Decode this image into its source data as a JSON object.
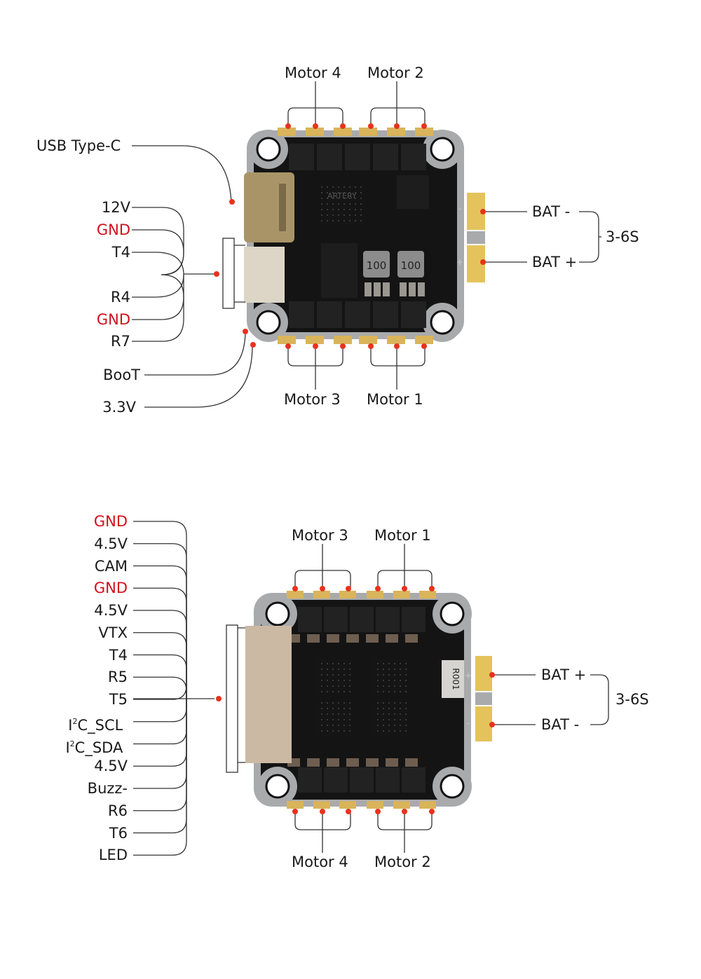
{
  "colors": {
    "gnd_text": "#d0101a",
    "dot": "#e8321e",
    "pcb_black": "#141414",
    "pcb_border": "#a9aaab",
    "gold_pad": "#d9b45a",
    "leader_line": "#333333"
  },
  "top_board": {
    "motors_top": [
      "Motor 4",
      "Motor 2"
    ],
    "motors_bottom": [
      "Motor 3",
      "Motor 1"
    ],
    "usb": "USB Type-C",
    "connector_pins": [
      {
        "label": "12V",
        "type": "normal"
      },
      {
        "label": "GND",
        "type": "gnd"
      },
      {
        "label": "T4",
        "type": "normal"
      },
      {
        "label": "R4",
        "type": "normal"
      },
      {
        "label": "GND",
        "type": "gnd"
      },
      {
        "label": "R7",
        "type": "normal"
      }
    ],
    "boot": "BooT",
    "v33": "3.3V",
    "bat_top": "BAT -",
    "bat_bottom": "BAT +",
    "voltage": "3-6S",
    "inductor_labels": [
      "100",
      "100"
    ],
    "chip_label": "ARTERY",
    "pad_marks": [
      "-",
      "+"
    ]
  },
  "bottom_board": {
    "motors_top": [
      "Motor 3",
      "Motor 1"
    ],
    "motors_bottom": [
      "Motor 4",
      "Motor 2"
    ],
    "connector_pins": [
      {
        "label": "GND",
        "type": "gnd"
      },
      {
        "label": "4.5V",
        "type": "normal"
      },
      {
        "label": "CAM",
        "type": "normal"
      },
      {
        "label": "GND",
        "type": "gnd"
      },
      {
        "label": "4.5V",
        "type": "normal"
      },
      {
        "label": "VTX",
        "type": "normal"
      },
      {
        "label": "T4",
        "type": "normal"
      },
      {
        "label": "R5",
        "type": "normal"
      },
      {
        "label": "T5",
        "type": "normal"
      },
      {
        "label": "I2C_SCL",
        "type": "normal"
      },
      {
        "label": "I2C_SDA",
        "type": "normal"
      },
      {
        "label": "4.5V",
        "type": "normal"
      },
      {
        "label": "Buzz-",
        "type": "normal"
      },
      {
        "label": "R6",
        "type": "normal"
      },
      {
        "label": "T6",
        "type": "normal"
      },
      {
        "label": "LED",
        "type": "normal"
      }
    ],
    "i2c_scl": {
      "pre": "I",
      "sup": "2",
      "post": "C_SCL"
    },
    "i2c_sda": {
      "pre": "I",
      "sup": "2",
      "post": "C_SDA"
    },
    "bat_top": "BAT +",
    "bat_bottom": "BAT -",
    "voltage": "3-6S",
    "shunt_label": "R001",
    "pad_marks": [
      "+",
      "-"
    ]
  }
}
